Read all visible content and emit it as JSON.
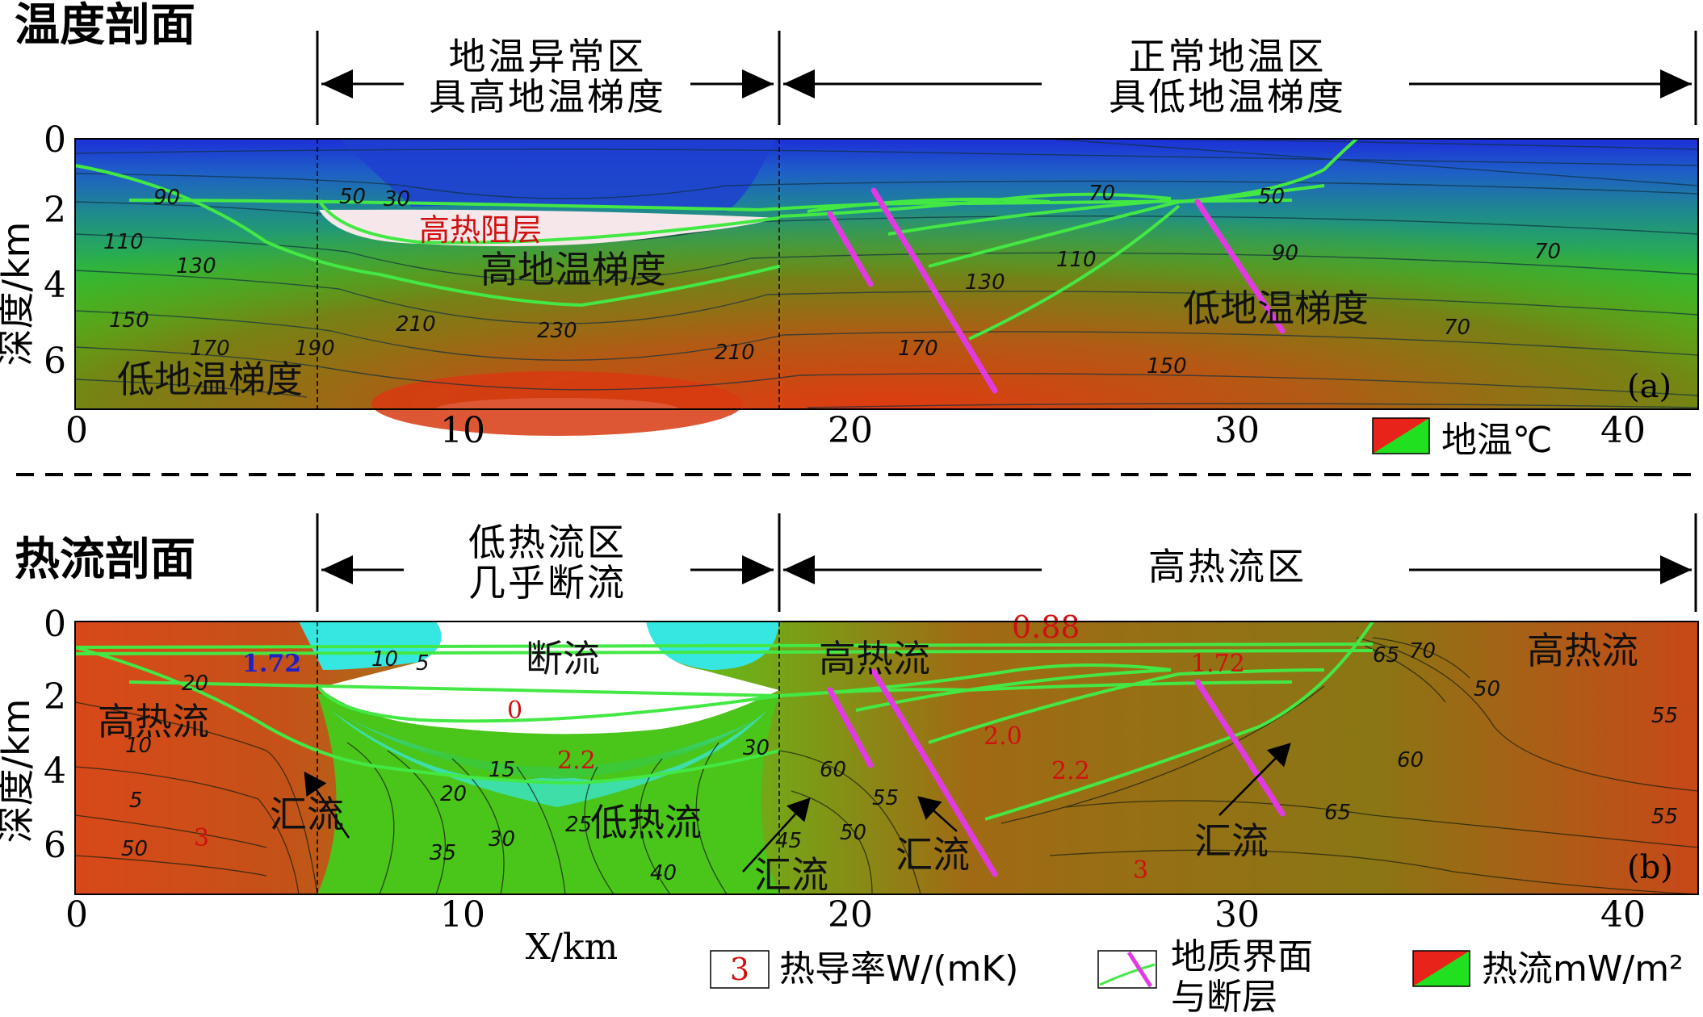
{
  "top": {
    "section_title": "温度剖面",
    "region_left_line1": "地温异常区",
    "region_left_line2": "具高地温梯度",
    "region_right_line1": "正常地温区",
    "region_right_line2": "具低地温梯度",
    "zone_high_resist": "高热阻层",
    "zone_high_grad": "高地温梯度",
    "zone_low_grad_left": "低地温梯度",
    "zone_low_grad_right": "低地温梯度",
    "panel_label": "(a)",
    "legend_label": "地温℃",
    "isotherms": [
      "30",
      "50",
      "70",
      "90",
      "110",
      "130",
      "150",
      "170",
      "190",
      "210",
      "230",
      "50",
      "70",
      "90",
      "110",
      "130",
      "150",
      "170",
      "210",
      "70"
    ]
  },
  "bottom": {
    "section_title": "热流剖面",
    "region_left_line1": "低热流区",
    "region_left_line2": "几乎断流",
    "region_right_line1": "高热流区",
    "zone_cutoff": "断流",
    "zone_high_flow_left": "高热流",
    "zone_high_flow_mid": "高热流",
    "zone_high_flow_right": "高热流",
    "zone_low_flow": "低热流",
    "converge_1": "汇流",
    "converge_2": "汇流",
    "converge_3": "汇流",
    "converge_4": "汇流",
    "panel_label": "(b)",
    "conductivities": [
      "1.72",
      "0",
      "2.2",
      "0.88",
      "1.72",
      "2.0",
      "2.2",
      "3",
      "3"
    ],
    "flow_contours": [
      "5",
      "10",
      "15",
      "20",
      "25",
      "30",
      "35",
      "40",
      "45",
      "50",
      "55",
      "60",
      "65",
      "70",
      "50",
      "55",
      "60",
      "65",
      "55",
      "50",
      "5",
      "10",
      "20",
      "30"
    ],
    "legend_cond_value": "3",
    "legend_cond_label": "热导率W/(mK)",
    "legend_fault_line1": "地质界面",
    "legend_fault_line2": "与断层",
    "legend_flow_label": "热流mW/m²"
  },
  "axes": {
    "x_label": "X/km",
    "x_ticks": [
      "0",
      "10",
      "20",
      "30",
      "40"
    ],
    "y_label": "深度/km",
    "y_ticks": [
      "0",
      "2",
      "4",
      "6"
    ]
  },
  "colors": {
    "shallow_blue": "#1f3fd6",
    "hot_red": "#d84010",
    "mid_green": "#39d21a",
    "interface_green": "#44e844",
    "fault_magenta": "#e23ae2",
    "low_flow_cyan": "#35e6e0",
    "high_flow_red": "#e8361a",
    "label_red": "#d01010"
  }
}
